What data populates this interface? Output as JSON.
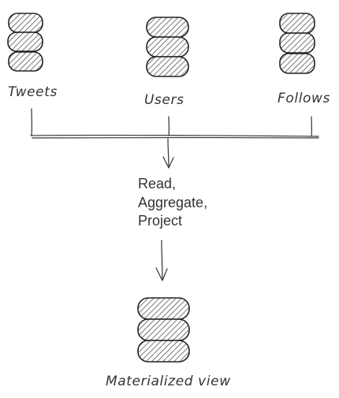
{
  "sources": [
    {
      "label": "Tweets"
    },
    {
      "label": "Users"
    },
    {
      "label": "Follows"
    }
  ],
  "process": {
    "lines": [
      "Read,",
      "Aggregate,",
      "Project"
    ]
  },
  "target": {
    "label": "Materialized view"
  },
  "colors": {
    "ink": "#333333",
    "hatch": "#555555",
    "background": "#ffffff"
  },
  "icons": {
    "database": "database-icon",
    "arrow": "arrow-down-icon"
  }
}
